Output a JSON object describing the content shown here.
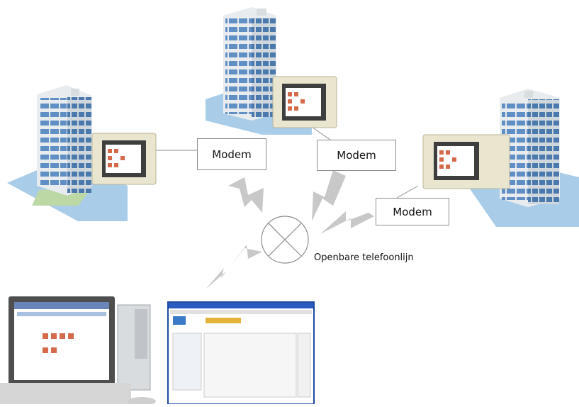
{
  "modems": [
    {
      "id": "left",
      "label": "Modem"
    },
    {
      "id": "center",
      "label": "Modem"
    },
    {
      "id": "right",
      "label": "Modem"
    }
  ],
  "exchange": {
    "label": "Openbare telefoonlijn"
  },
  "colors": {
    "building_glass": "#5f8fc4",
    "building_frame": "#e8ecef",
    "ground": "#a9cde8",
    "panel_frame": "#e9e5cf",
    "lightning": "#c8c8c8",
    "box_border": "#8c8c8c"
  }
}
